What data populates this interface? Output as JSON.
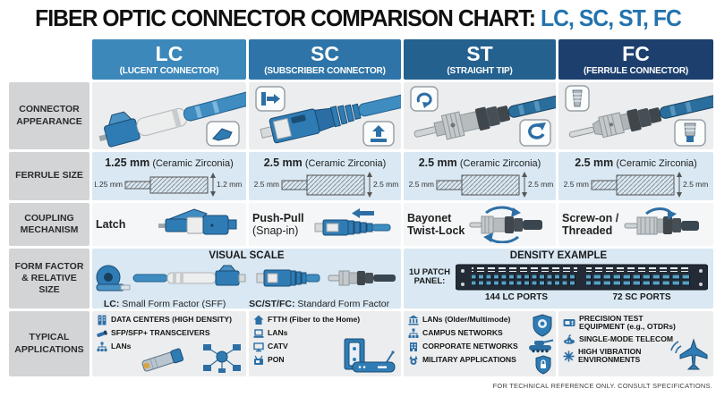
{
  "title": {
    "main": "FIBER OPTIC CONNECTOR COMPARISON CHART: ",
    "highlight": "LC, SC, ST, FC"
  },
  "footer": "FOR TECHNICAL REFERENCE ONLY. CONSULT SPECIFICATIONS.",
  "colors": {
    "accent_blue": "#2273ae",
    "header_lc": "#3d88bb",
    "header_sc": "#2e74a8",
    "header_st": "#24618f",
    "header_fc": "#1d3f6d",
    "row_label_bg": "#d2d4d6",
    "row_gray_bg": "#ecedee",
    "row_blue_bg": "#d9e8f3",
    "row_white_bg": "#f5f6f7",
    "icon_blue": "#2d6fa5",
    "connector_blue": "#2f7cb5",
    "navy": "#1d3a5f"
  },
  "columns": [
    {
      "abbr": "LC",
      "full": "(LUCENT CONNECTOR)"
    },
    {
      "abbr": "SC",
      "full": "(SUBSCRIBER CONNECTOR)"
    },
    {
      "abbr": "ST",
      "full": "(STRAIGHT TIP)"
    },
    {
      "abbr": "FC",
      "full": "(FERRULE CONNECTOR)"
    }
  ],
  "row_labels": [
    "CONNECTOR APPEARANCE",
    "FERRULE SIZE",
    "COUPLING MECHANISM",
    "FORM FACTOR & RELATIVE SIZE",
    "TYPICAL APPLICATIONS"
  ],
  "ferrule": {
    "lc": {
      "size": "1.25 mm",
      "material": "(Ceramic Zirconia)",
      "dim_left": "1.25 mm",
      "dim_right": "1.2 mm"
    },
    "sc": {
      "size": "2.5 mm",
      "material": "(Ceramic Zirconia)",
      "dim_left": "2.5 mm",
      "dim_right": "2.5 mm"
    },
    "st": {
      "size": "2.5 mm",
      "material": "(Ceramic Zirconia)",
      "dim_left": "2.5 mm",
      "dim_right": "2.5 mm"
    },
    "fc": {
      "size": "2.5 mm",
      "material": "(Ceramic Zirconia)",
      "dim_left": "2.5 mm",
      "dim_right": "2.5 mm"
    }
  },
  "coupling": {
    "lc": {
      "line1": "Latch",
      "line2": ""
    },
    "sc": {
      "line1": "Push-Pull",
      "line2": "(Snap-in)"
    },
    "st": {
      "line1": "Bayonet",
      "line2": "Twist-Lock"
    },
    "fc": {
      "line1": "Screw-on /",
      "line2": "Threaded"
    }
  },
  "form_factor": {
    "visual_scale_title": "VISUAL SCALE",
    "lc_caption_label": "LC:",
    "lc_caption": " Small Form Factor (SFF)",
    "std_caption_label": "SC/ST/FC:",
    "std_caption": " Standard Form Factor",
    "density_title": "DENSITY EXAMPLE",
    "panel_label": "1U PATCH PANEL:",
    "lc_ports": "144 LC PORTS",
    "sc_ports": "72 SC PORTS"
  },
  "applications": {
    "lc": [
      "DATA CENTERS (HIGH DENSITY)",
      "SFP/SFP+ TRANSCEIVERS",
      "LANs"
    ],
    "sc": [
      "FTTH (Fiber to the Home)",
      "LANs",
      "CATV",
      "PON"
    ],
    "st": [
      "LANs (Older/Multimode)",
      "CAMPUS NETWORKS",
      "CORPORATE NETWORKS",
      "MILITARY APPLICATIONS"
    ],
    "fc": [
      "PRECISION TEST EQUIPMENT (e.g., OTDRs)",
      "SINGLE-MODE TELECOM",
      "HIGH VIBRATION ENVIRONMENTS"
    ]
  }
}
